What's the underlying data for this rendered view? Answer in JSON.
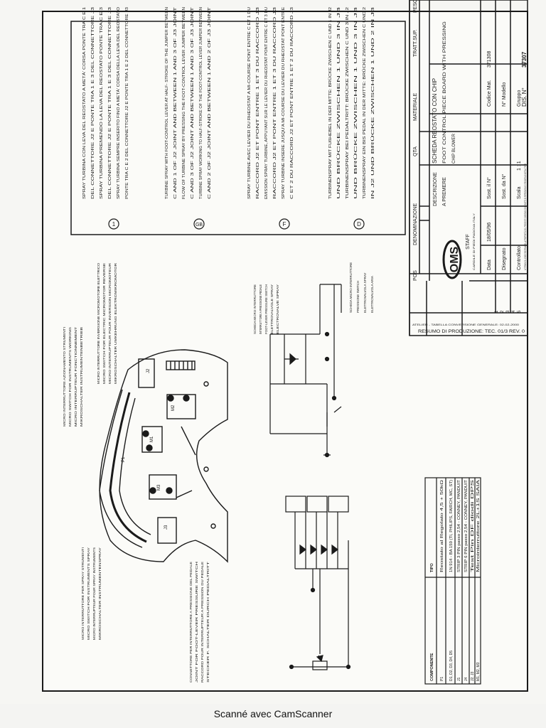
{
  "notes": {
    "n1": [
      "SPRAY TURBINA CON LEVA DEL REOSTATO A METÀ' CORSA PONTE TRA C E 1",
      "DEL CONNETTORE J2 E PONTE TRA 1 E 3 DEL CONNETTORE J3",
      "SPRAY TURBINA PREMENDO LA LEVA DEL REOSTATO PONTE TRA C E 3",
      "DEL CONNETTORE J2 E PONTE TRA 1 E 3 DEL CONNETTORE J3",
      "SPRAY TURBINA SEMPRE INSERITO FINO A METÀ' CORSA DELLA LEVA DEL REOSTATO",
      "PONTE TRA C E 2 DEL CONNETTORE J2 E PONTE TRA 1 E 2 DEL CONNETTORE J3"
    ],
    "n2": [
      "TURBINE SPRAY WITH FOOT-CONTROL LEVER AT HALF- STROKE OF THE JUMPER BETWEEN",
      "C AND 1 OF J2 JOINT AND BETWEEN 1 AND 3 OF J3 JOINT",
      "FLOW OF TURBINE SPRAY BY PRESSING THE FOOT-CONTROL LEVER JUMPER BETWEEN",
      "C AND 3 OF J2 JOINT AND BETWEEN 1 AND 3 OF J3 JOINT",
      "TURBINE SPRAY WORKING TO HALF-STROKE OF THE FOOT-CONTROL LEVER JUMPER BETWEEN",
      "C AND 2 OF J2 JOINT AND BETWEEN 1 AND 2 OF J3 JOINT"
    ],
    "n3": [
      "SPRAY TURBINE AVEC LEVIER DU RHEOSTAT A MI-COURSE PONT ENTRE C ET 1 DU",
      "RACCORD J2 ET PONT ENTRE 1 ET 3 DU RACCORD J3",
      "EMISSION SPRAY TURBINE, APPUYANT SUR LE LEVIER DU RHEOSTAT PONT ENTRE C ET 3 DU",
      "RACCORD J2 ET PONT ENTRE 1 ET 3 DU RACCORD J3",
      "SPRAY TURBINE INSERE JUSQU'A MI-COURSE DU LEVIER DU RHEOSTAT PONT ENTRE",
      "C ET 2 DU RACCORD J2 ET PONT ENTRE 1 ET 2 DU RACCORD J3"
    ],
    "n4": [
      "TURBINENSPRAY MIT FUßHEBEL IN DER MITTE: BRÜCKE ZWISCHEN C UND 1 IN J2",
      "UND BRÜCKE ZWISCHEN 1 UND 3 IN J3",
      "TURBINENSPRAY BEI PEDALTRITT: BRÜCKE ZWISCHEN C UND 3 IN J2",
      "UND BRÜCKE ZWISCHEN 1 UND 3 IN J3",
      "TURBINENSPRAY EIN BIS PEDAL IN DER MITTE: BRÜCKE ZWISCHEN C UND 2",
      "IN J2 UND BRÜCKE ZWISCHEN 1 UND 2 IN J3"
    ]
  },
  "board_labels": {
    "left1": [
      "MICRO INTERRUTTORE AZIONAMENTO STRUMENTI",
      "MICRO SWITCH FOR INSTRUMENTS WORKING",
      "MICRO INTERRUPTEUR FONCTIONNEMENT",
      "MIKROSCHALTER INSTRUMENTENBETRIEB"
    ],
    "left2": [
      "MICRO INTERRUTTORE INVERSIONE MICROMOTORE ELETTRICO",
      "MICRO SWITCH FOR ELECTRIC MICROMOTOR REVERSE",
      "MICRO INTERRUPTEUR POUR INVERSION MICROMOTEUR",
      "MIKROSCHALTER UMKEHRUNG ELEKTROMIKROMOTOR"
    ],
    "left3": [
      "MICRO INTERRUTTORE PER SPRAY STRUMENTI",
      "MICRO SWITCH FOR INSTRUMENTS SPRAY",
      "MICRO INTERRUPTEUR POUR SPRAY INSTRUMENTS",
      "MIKROSCHALTER INSTRUMENTENSPRAY"
    ],
    "left4": [
      "CONNETTORE PER INTERRUTTORE A PRESSIONE DEL PEDALE",
      "JOINT FOR FOOT-LEVER PRESSURE SWITCH",
      "RACCORD POUR INTERRUPTEUR A PRESSION DU PEDALE",
      "STECKER F. SCHALTER DURCH PEDALTRITT"
    ],
    "right": [
      "SCHEDA MICRO INTERRUTTORE",
      "INTERRUTTORE A PRESSIONE PEDALE",
      "FOOT-LEVER PRESSURE SWITCH",
      "ELETTROVALVOLE SPRAY",
      "ELECTROVALVE SPRAY"
    ],
    "components": [
      "P1",
      "M1",
      "M2",
      "M3",
      "J2",
      "J3"
    ]
  },
  "schematic_labels": [
    "SCHEDA MICRO INTERRUTTORE",
    "PRESSIONE SWITCH",
    "ELETTROVALVOLA SPRAY",
    "ELETTROVALVOLA ARIA"
  ],
  "components_table": {
    "header": [
      "COMPONENTE",
      "TIPO"
    ],
    "rows": [
      [
        "P1",
        "Reostato al Regolato 4,5 + 50kΩ"
      ],
      [
        "D1, D2, D3, D4, D5",
        "1N 914 - BA 159 (TI, PHILIPS, FAIRCH, MC, ST)"
      ],
      [
        "J1",
        "STRIP 3 PIN passo 2,54 - CONNEY, PANDUIT"
      ],
      [
        "J4",
        "STRIP 6 PIN passo 2,54 - CONNEY, PANDUIT"
      ],
      [
        "J2, J3",
        "Test Pin DF diodi DPS"
      ],
      [
        "M1, M2, M3",
        "Microinterruttore 2L+1S SAIA"
      ]
    ]
  },
  "title_block": {
    "top_headers": [
      "POS",
      "DENOMINAZIONE",
      "QTA",
      "MATERIALE",
      "TRATT.SUP.",
      "PESO"
    ],
    "company": "OMS",
    "company_sub": "STAFF",
    "company_small": [
      "CARDILE",
      "DI PIEDI",
      "PADOVA",
      "ITALY"
    ],
    "descrizione_label": "DESCRIZIONE",
    "descrizione_value": "SCHEDA REOSTATO CON CHIP",
    "a_premere_label": "A PREMERE",
    "a_premere_value": "FOOT CONTROL PIECE BOARD WITH PRESSING",
    "chip_blower": "CHIP BLOWER",
    "data_label": "Data",
    "data_value": "18/05/96",
    "disegnato_label": "Disegnato",
    "controllato_label": "Controllato",
    "sost_label": "Sost. il N°",
    "sost_da_label": "Sost. da N°",
    "scala_label": "Scala",
    "scala_value": "1 : 1",
    "codice_label": "Codice Mat.",
    "codice_value": "371308",
    "modello_label": "N° Modello",
    "gruppo_label": "Gruppo",
    "dis_label": "DIS. N°",
    "dis_value": "37307",
    "notice": "A TERMINI DI LEGGE RISERVIAMO LA PROPRIETÀ DEL PRESENTE DISEGNO CON DIVIETO DI RIPRODURLO O RENDERLO NOTO A TERZI",
    "rev_strip": "RESUMO DI PRODUZIONE: TEC. 01/3 REV. 0",
    "rev_small": "ATELIER - TABELLA CONVERSIONE GENERALE: 02-02-2000",
    "rev_numbers": [
      "1",
      "2",
      "3",
      "4",
      "5"
    ]
  },
  "footer": {
    "text": "Scanné avec CamScanner"
  }
}
